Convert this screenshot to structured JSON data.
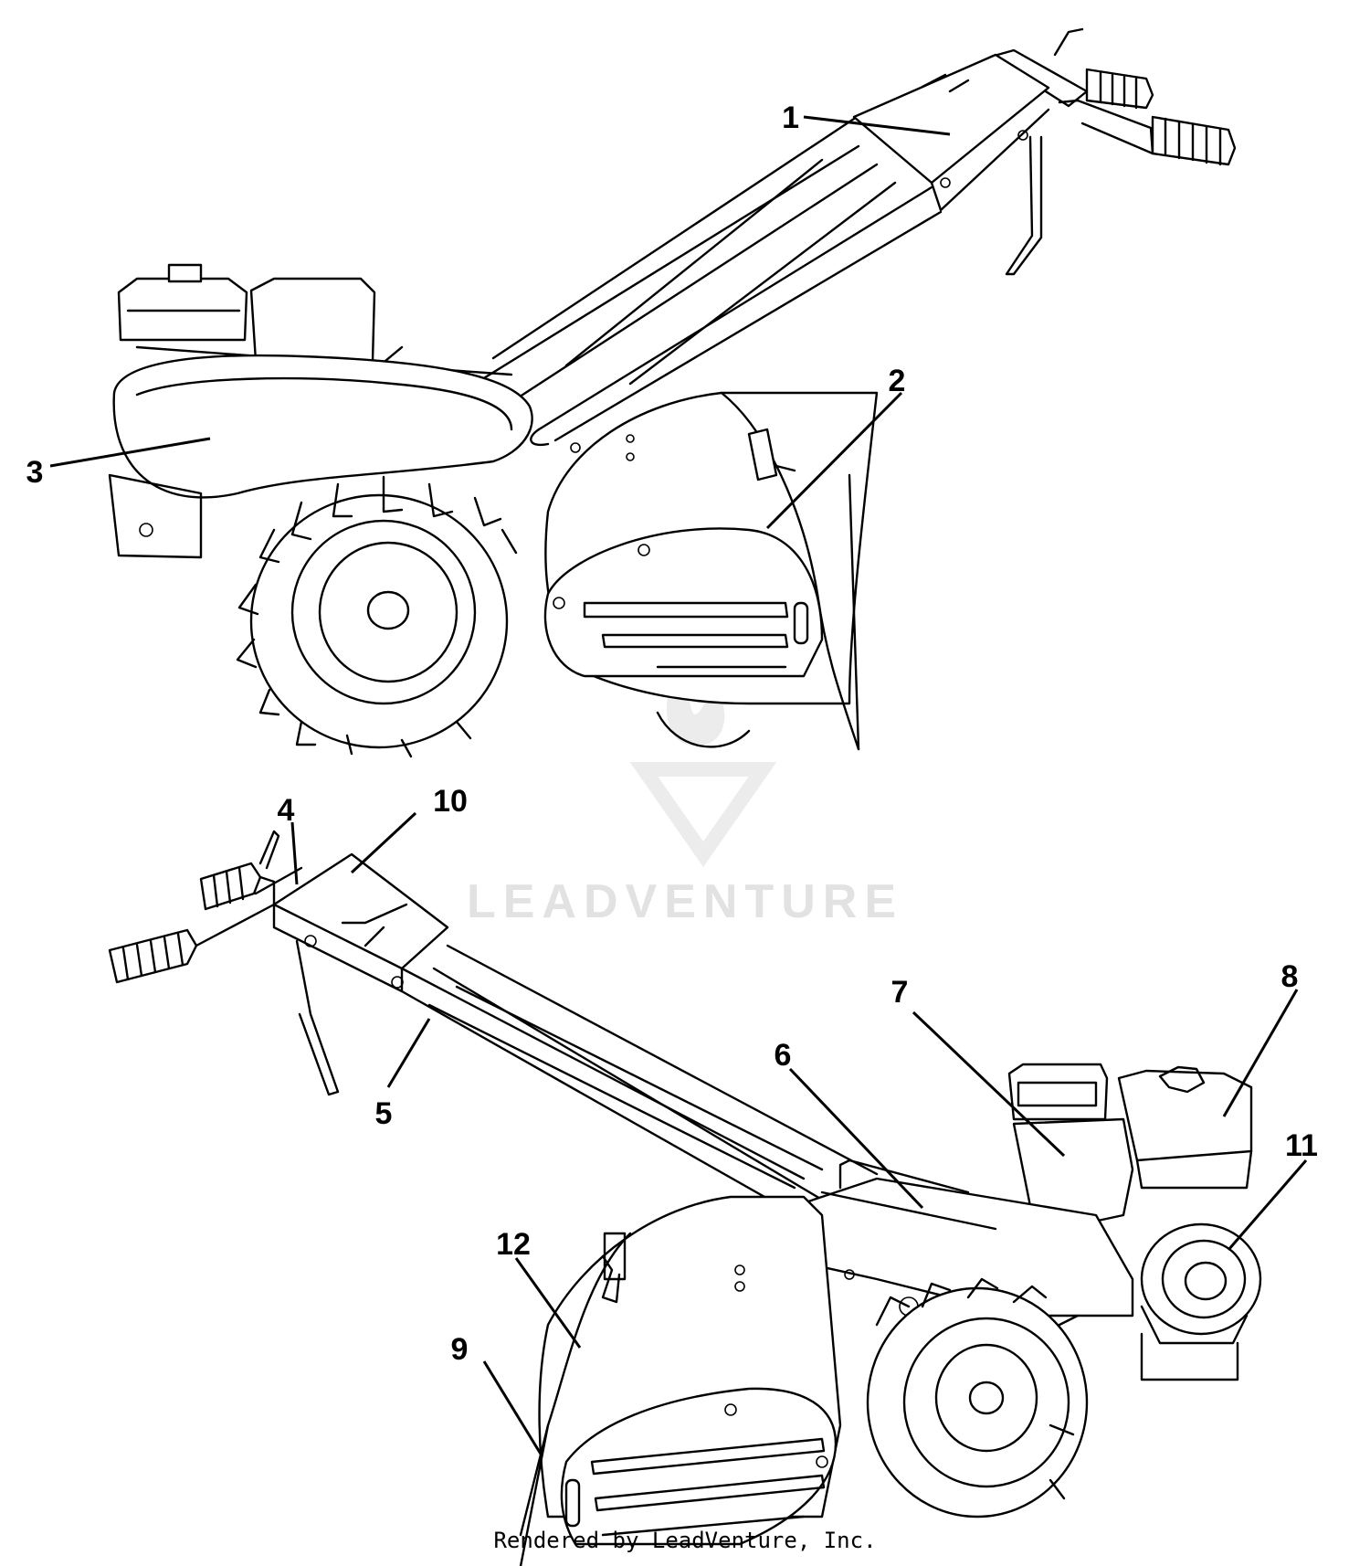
{
  "diagram": {
    "callouts": [
      "1",
      "2",
      "3",
      "4",
      "5",
      "6",
      "7",
      "8",
      "9",
      "10",
      "11",
      "12"
    ]
  },
  "watermark": {
    "text": "LEADVENTURE"
  },
  "footer": {
    "text": "Rendered by LeadVenture, Inc."
  }
}
